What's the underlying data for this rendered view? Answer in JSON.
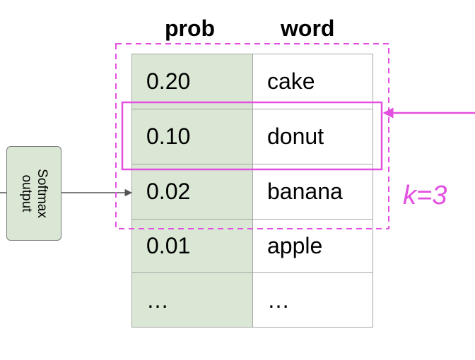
{
  "headers": {
    "prob": "prob",
    "word": "word"
  },
  "rows": [
    {
      "prob": "0.20",
      "word": "cake"
    },
    {
      "prob": "0.10",
      "word": "donut"
    },
    {
      "prob": "0.02",
      "word": "banana"
    },
    {
      "prob": "0.01",
      "word": "apple"
    },
    {
      "prob": "…",
      "word": "…"
    }
  ],
  "softmax": {
    "line1": "Softmax",
    "line2": "output"
  },
  "k_label": "k=3",
  "colors": {
    "prob_fill": "#d9e7d4",
    "border": "#a6a6a6",
    "highlight": "#e34fe0"
  }
}
